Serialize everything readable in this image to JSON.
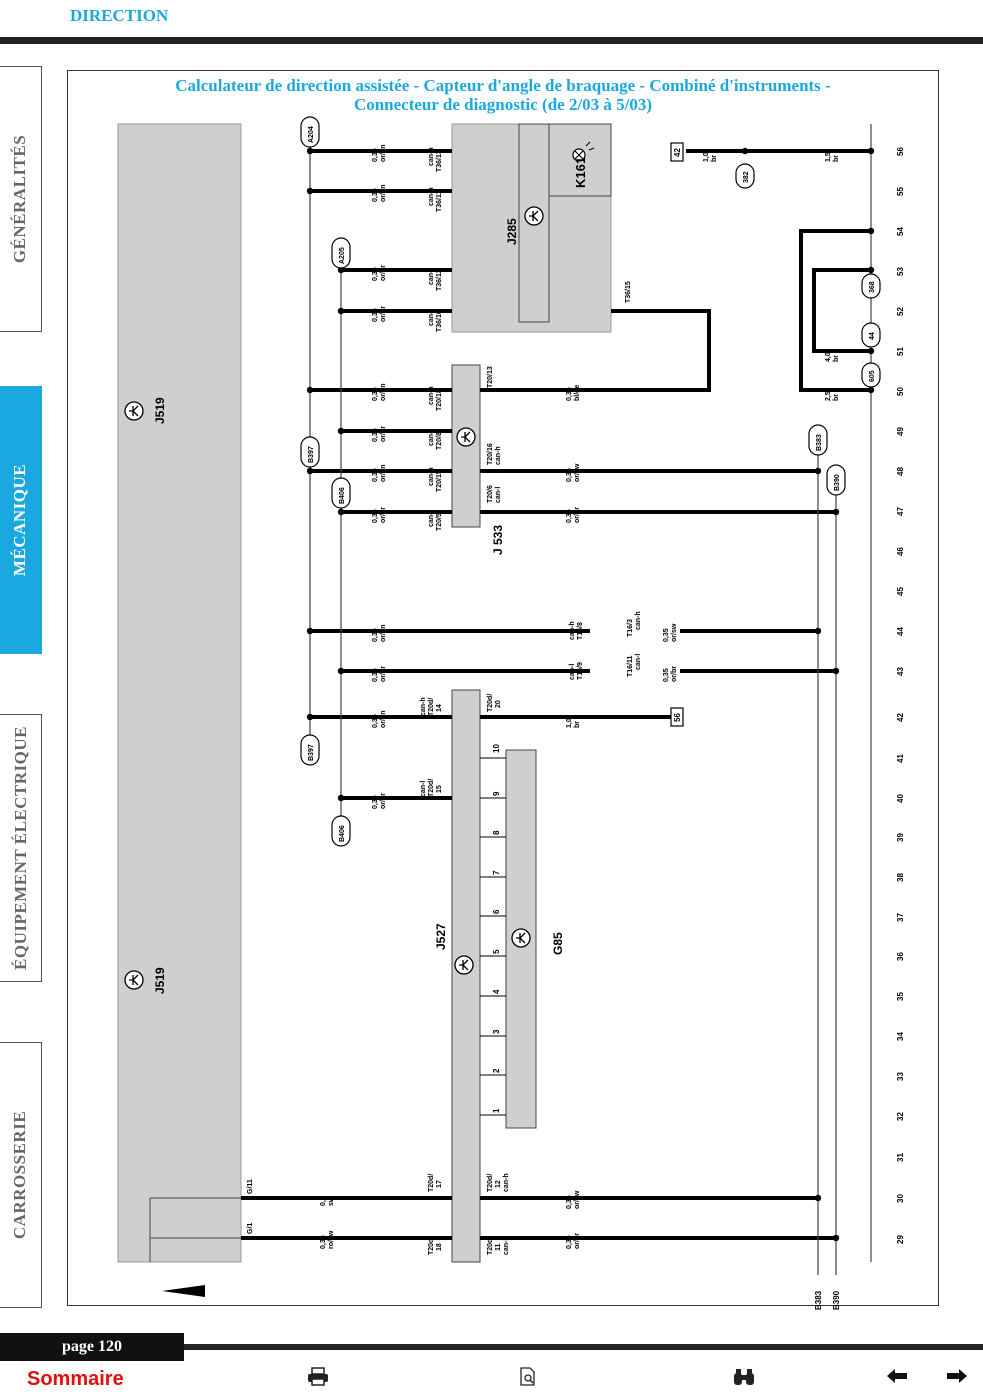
{
  "header": {
    "section_title": "DIRECTION"
  },
  "side_tabs": [
    {
      "label": "GÉNÉRALITÉS",
      "active": false
    },
    {
      "label": "MÉCANIQUE",
      "active": true
    },
    {
      "label": "ÉQUIPEMENT ÉLECTRIQUE",
      "active": false
    },
    {
      "label": "CARROSSERIE",
      "active": false
    }
  ],
  "diagram": {
    "title_line1": "Calculateur de direction assistée - Capteur d'angle de braquage - Combiné d'instruments -",
    "title_line2": "Connecteur de diagnostic (de 2/03 à 5/03)",
    "components": {
      "j519_top": "J519",
      "j519_bottom": "J519",
      "j285": "J285",
      "k161": "K161",
      "j533": "J 533",
      "j527": "J527",
      "g85": "G85"
    },
    "track_numbers": [
      "56",
      "55",
      "54",
      "53",
      "52",
      "51",
      "50",
      "49",
      "48",
      "47",
      "46",
      "45",
      "44",
      "43",
      "42",
      "41",
      "40",
      "39",
      "38",
      "37",
      "36",
      "35",
      "34",
      "33",
      "32",
      "31",
      "30",
      "29"
    ],
    "circle_labels": {
      "a204": "A204",
      "a205": "A205",
      "b397_top": "B397",
      "b406_top": "B406",
      "b397_low": "B397",
      "b406_low": "B406",
      "b383": "B383",
      "b390": "B390",
      "c382": "382",
      "c368": "368",
      "c44": "44",
      "c605": "605"
    },
    "box_labels": {
      "ref42": "42",
      "ref56": "56"
    },
    "bottom_labels": {
      "b383": "B383",
      "b390": "B390"
    },
    "wire_sizes": {
      "w56": "0,35",
      "w55": "0,35",
      "w53": "0,35",
      "w52": "0,35",
      "w50": "0,35",
      "w49": "0,35",
      "w48": "0,35",
      "w47": "0,35",
      "w44": "0,35",
      "w43": "0,35",
      "w42": "0,35",
      "w40": "0,35",
      "w30": "0,5",
      "w29": "0,35",
      "r50": "0,35",
      "r48": "0,35",
      "r47": "0,35",
      "r44": "0,35",
      "r43": "0,35",
      "r42": "1,0",
      "r30": "0,35",
      "r29": "0,35",
      "fr56a": "1,0",
      "fr56b": "1,5",
      "fr51": "4,0",
      "fr50": "2,5"
    },
    "wire_colors": {
      "w56": "or/gn",
      "w55": "or/gn",
      "w53": "or/br",
      "w52": "or/br",
      "w50": "or/gn",
      "w49": "or/br",
      "w48": "or/gn",
      "w47": "or/br",
      "w44": "or/gn",
      "w43": "or/br",
      "w42": "or/gn",
      "w40": "or/br",
      "w30": "sw",
      "w29": "ro/sw",
      "r50": "bl/ge",
      "r48": "or/sw",
      "r47": "or/br",
      "r44": "or/sw",
      "r43": "or/br",
      "r42": "br",
      "r30": "or/sw",
      "r29": "or/br",
      "fr56a": "br",
      "fr56b": "br",
      "fr51": "br",
      "fr50": "br"
    },
    "pins": {
      "t36_13": "T36/13",
      "t36_11": "T36/11",
      "t36_12": "T36/12",
      "t36_10": "T36/10",
      "t36_15": "T36/15",
      "t20_18": "T20/18",
      "t20_8": "T20/8",
      "t20_15": "T20/15",
      "t20_5": "T20/5",
      "t20_13": "T20/13",
      "t20_16": "T20/16",
      "t20_6": "T20/6",
      "t16_8": "T16/8",
      "t16_9": "T16/9",
      "t16_11": "T16/11",
      "t16_3": "T16/3",
      "t20d": "T20d/",
      "t20d_14": "14",
      "t20d_15": "15",
      "t20d_20": "20",
      "t20d_17": "17",
      "t20d_18": "18",
      "t20d_12": "12",
      "t20d_11": "11",
      "g11": "G/11",
      "g1": "G/1"
    },
    "signals": {
      "can_h": "can-h",
      "can_l": "can-l"
    },
    "g85_pins": [
      "10",
      "9",
      "8",
      "7",
      "6",
      "5",
      "4",
      "3",
      "2",
      "1"
    ]
  },
  "footer": {
    "page_label": "page 120",
    "sommaire": "Sommaire"
  },
  "colors": {
    "accent": "#1aa8e0",
    "module_fill": "#cfcfcf",
    "link_red": "#e01010"
  }
}
